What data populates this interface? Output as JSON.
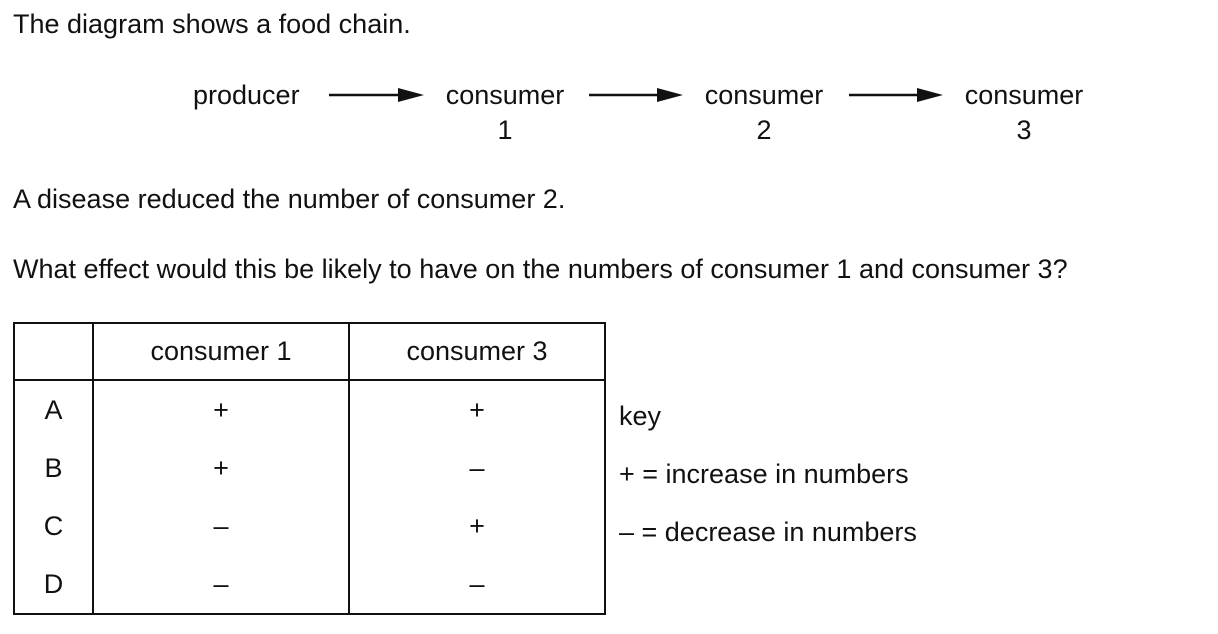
{
  "intro": "The diagram shows a food chain.",
  "food_chain": {
    "nodes": [
      {
        "label": "producer",
        "number": ""
      },
      {
        "label": "consumer",
        "number": "1"
      },
      {
        "label": "consumer",
        "number": "2"
      },
      {
        "label": "consumer",
        "number": "3"
      }
    ]
  },
  "statement": "A disease reduced the number of consumer 2.",
  "question": "What effect would this be likely to have on the numbers of consumer 1 and consumer 3?",
  "table": {
    "headers": [
      "",
      "consumer 1",
      "consumer 3"
    ],
    "rows": [
      {
        "option": "A",
        "consumer1": "+",
        "consumer3": "+"
      },
      {
        "option": "B",
        "consumer1": "+",
        "consumer3": "–"
      },
      {
        "option": "C",
        "consumer1": "–",
        "consumer3": "+"
      },
      {
        "option": "D",
        "consumer1": "–",
        "consumer3": "–"
      }
    ]
  },
  "key": {
    "title": "key",
    "items": [
      "+ = increase in numbers",
      "– = decrease in numbers"
    ]
  }
}
